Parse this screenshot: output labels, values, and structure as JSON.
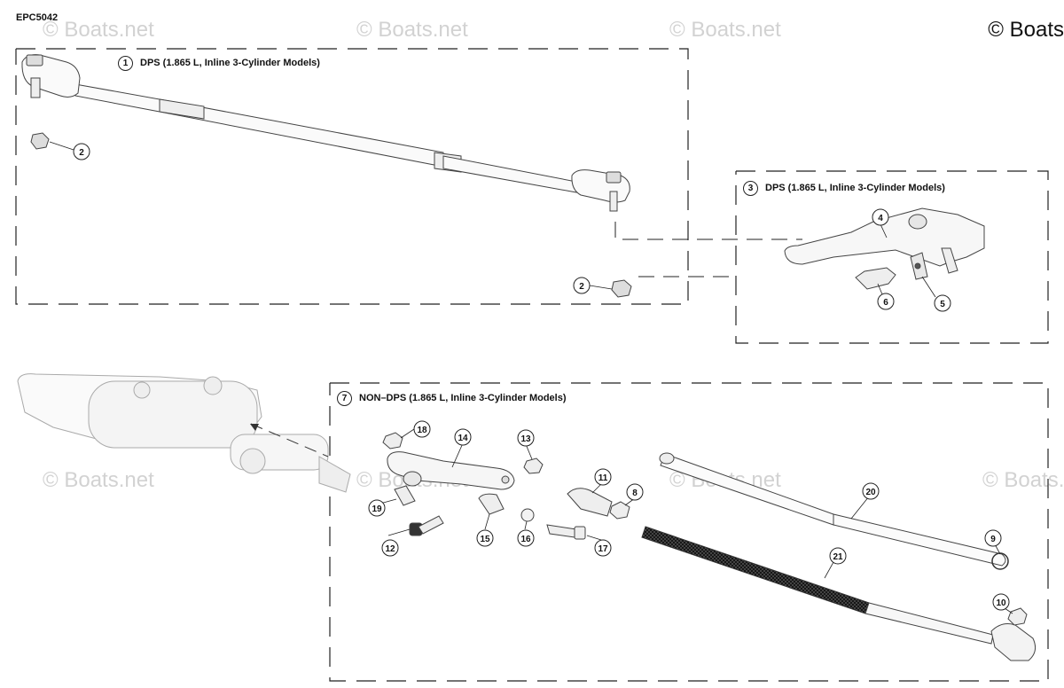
{
  "header": {
    "code": "EPC5042",
    "copyright": "© Boats"
  },
  "watermarks": [
    "© Boats.net",
    "© Boats.net",
    "© Boats.net",
    "© Boats.net",
    "© Boats.net",
    "© Boats.net",
    "© Boats.net"
  ],
  "sections": [
    {
      "number": "1",
      "title": "DPS (1.865 L, Inline 3-Cylinder Models)"
    },
    {
      "number": "3",
      "title": "DPS (1.865 L, Inline 3-Cylinder Models)"
    },
    {
      "number": "7",
      "title": "NON–DPS (1.865 L, Inline 3-Cylinder Models)"
    }
  ],
  "callouts": [
    "2",
    "2",
    "4",
    "5",
    "6",
    "8",
    "9",
    "10",
    "11",
    "12",
    "13",
    "14",
    "15",
    "16",
    "17",
    "18",
    "19",
    "20",
    "21"
  ]
}
